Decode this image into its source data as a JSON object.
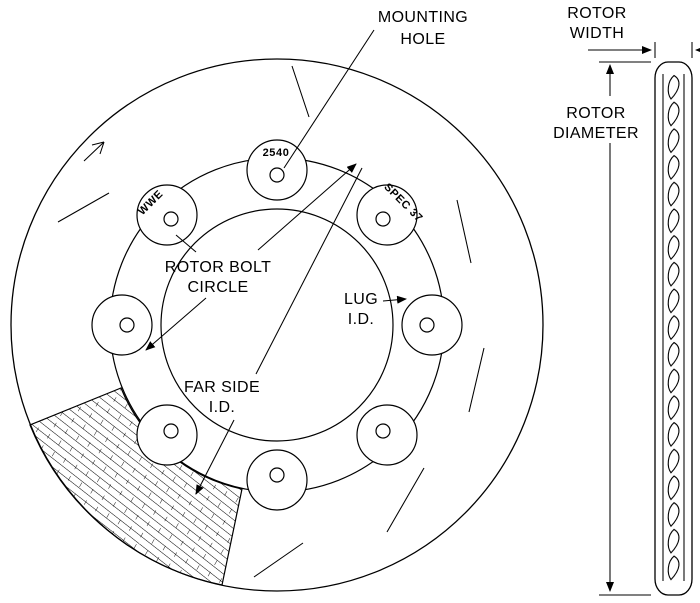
{
  "labels": {
    "mounting_hole_1": "MOUNTING",
    "mounting_hole_2": "HOLE",
    "rotor_width_1": "ROTOR",
    "rotor_width_2": "WIDTH",
    "rotor_diameter_1": "ROTOR",
    "rotor_diameter_2": "DIAMETER",
    "bolt_circle_1": "ROTOR BOLT",
    "bolt_circle_2": "CIRCLE",
    "lug_id_1": "LUG",
    "lug_id_2": "I.D.",
    "far_side_id_1": "FAR SIDE",
    "far_side_id_2": "I.D."
  },
  "engravings": {
    "part_number": "2540",
    "maker_mark": "WWE",
    "spec_mark": "SPEC 37"
  },
  "colors": {
    "ink": "#000000",
    "background": "#ffffff"
  }
}
